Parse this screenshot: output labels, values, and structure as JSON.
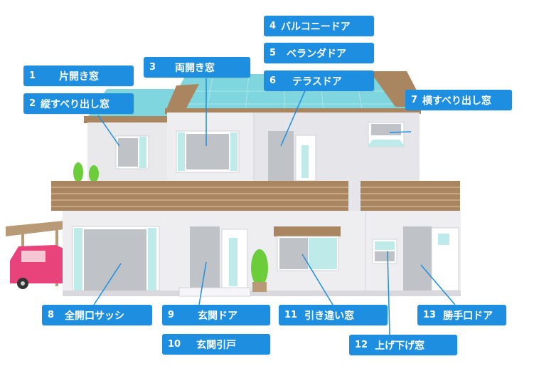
{
  "labels": [
    {
      "num": "1",
      "text": "片開き窓"
    },
    {
      "num": "2",
      "text": "縦すべり出し窓"
    },
    {
      "num": "3",
      "text": "両開き窓"
    },
    {
      "num": "4",
      "text": "バルコニードア"
    },
    {
      "num": "5",
      "text": "ベランダドア"
    },
    {
      "num": "6",
      "text": "テラスドア"
    },
    {
      "num": "7",
      "text": "横すべり出し窓"
    },
    {
      "num": "8",
      "text": "全開口サッシ"
    },
    {
      "num": "9",
      "text": "玄関ドア"
    },
    {
      "num": "10",
      "text": "玄関引戸"
    },
    {
      "num": "11",
      "text": "引き違い窓"
    },
    {
      "num": "12",
      "text": "上げ下げ窓"
    },
    {
      "num": "13",
      "text": "勝手口ドア"
    }
  ],
  "colors": {
    "label_bg": "#1d8ee0",
    "roof_tile": "#7fd6de",
    "wood_band": "#a98560",
    "wall": "#e9e9ec",
    "glass": "#bfc3c7",
    "car": "#e8437a"
  }
}
